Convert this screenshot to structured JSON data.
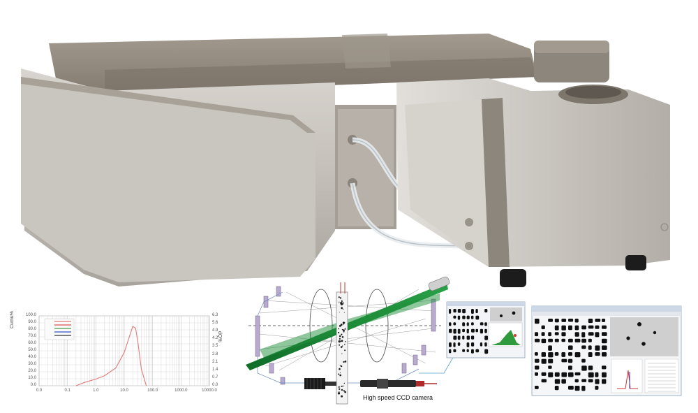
{
  "illustration": {
    "subject": "laser particle size analyzer with high speed camera",
    "instrument_color": "#b9b3aa",
    "top_color": "#8e857b",
    "beam_color": "#1f8f3a"
  },
  "chart_data": {
    "type": "line",
    "title": "",
    "xlabel": "",
    "ylabel": "Cumu%",
    "y2label": "dQ%",
    "xscale": "log",
    "xlim": [
      0.01,
      10000
    ],
    "ylim": [
      0,
      100
    ],
    "y2lim": [
      0,
      6.3
    ],
    "xticks": [
      "0.0",
      "0.1",
      "1.0",
      "10.0",
      "100.0",
      "1000.0",
      "10000.0"
    ],
    "yticks": [
      "0.0",
      "10.0",
      "20.0",
      "30.0",
      "40.0",
      "50.0",
      "60.0",
      "70.0",
      "80.0",
      "90.0",
      "100.0"
    ],
    "y2ticks": [
      "0.0",
      "0.7",
      "1.4",
      "2.1",
      "2.8",
      "3.5",
      "4.2",
      "4.9",
      "5.6",
      "6.3"
    ],
    "grid": true,
    "legend_position": "top-left",
    "series": [
      {
        "color": "#e07a7a",
        "x": [
          0.2,
          0.4,
          1,
          2,
          5,
          10,
          15,
          20,
          25,
          30,
          40,
          60
        ],
        "y": [
          0,
          0.3,
          0.6,
          0.9,
          1.6,
          3.0,
          4.4,
          5.35,
          5.2,
          4.0,
          1.5,
          0
        ]
      }
    ],
    "legend_colors": [
      "#e07a7a",
      "#d9534f",
      "#4a9a4a",
      "#3050c0",
      "#333333"
    ]
  },
  "captions": {
    "camera": "High speed CCD camera"
  }
}
